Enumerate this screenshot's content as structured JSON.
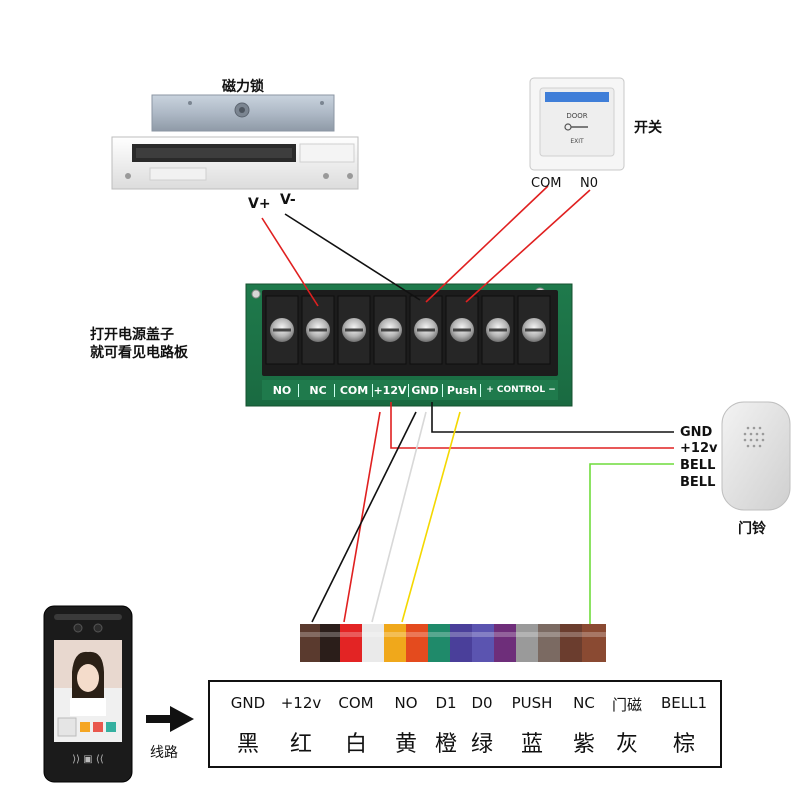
{
  "labels": {
    "lock": "磁力锁",
    "switch": "开关",
    "v_plus": "V+",
    "v_minus": "V-",
    "com": "COM",
    "n0": "N0",
    "cover_line1": "打开电源盖子",
    "cover_line2": "就可看见电路板",
    "doorbell": "门铃",
    "wiring": "线路"
  },
  "terminal_labels": [
    "NO",
    "NC",
    "COM",
    "+12V",
    "GND",
    "Push"
  ],
  "control_label": "+ CONTROL −",
  "doorbell_pins": [
    "GND",
    "+12v",
    "BELL",
    "BELL"
  ],
  "exit_button": {
    "door": "DOOR",
    "exit": "EXIT"
  },
  "table": {
    "headers": [
      "GND",
      "+12v",
      "COM",
      "NO",
      "D1",
      "D0",
      "PUSH",
      "NC",
      "门磁",
      "BELL1"
    ],
    "colors": [
      "黑",
      "红",
      "白",
      "黄",
      "橙",
      "绿",
      "蓝",
      "紫",
      "灰",
      "棕"
    ]
  },
  "wire_colors": {
    "red": "#e02020",
    "black": "#111111",
    "white": "#d8d8d8",
    "yellow": "#f4d800",
    "green": "#6fdc3c"
  }
}
